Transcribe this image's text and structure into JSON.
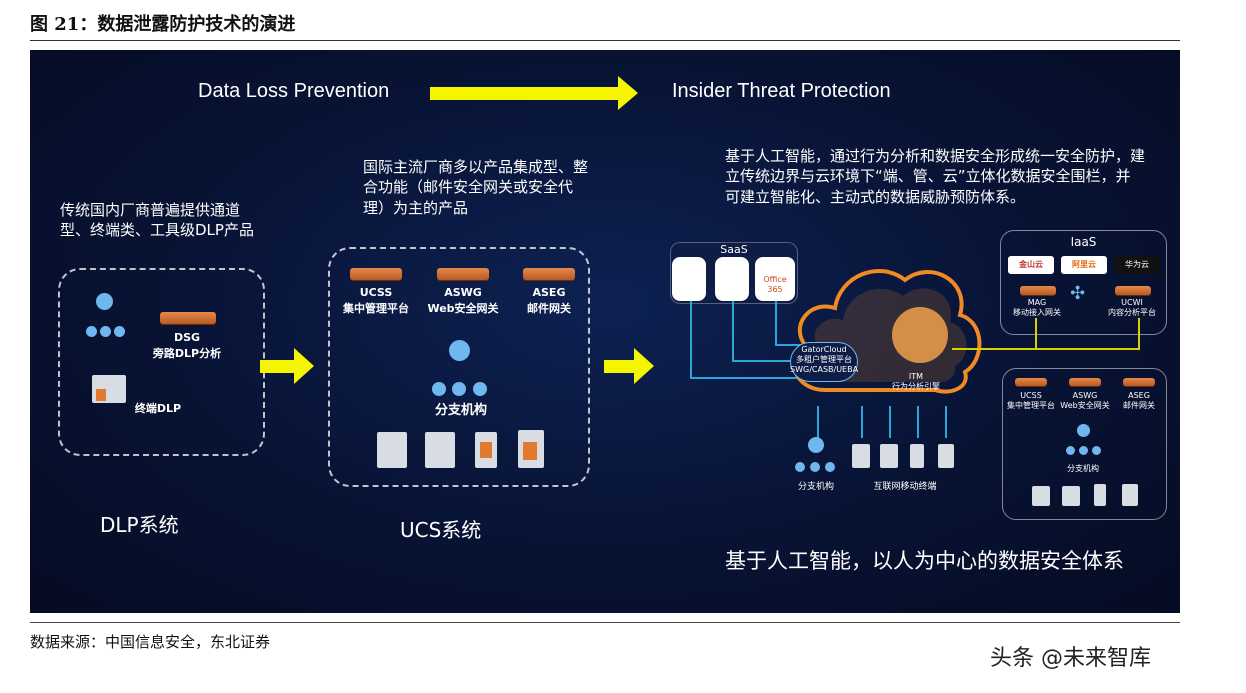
{
  "figure_title": "图 21：数据泄露防护技术的演进",
  "header": {
    "left": "Data Loss Prevention",
    "right": "Insider Threat Protection"
  },
  "dlp": {
    "desc": "传统国内厂商普遍提供通道型、终端类、工具级DLP产品",
    "dsg_title": "DSG",
    "dsg_sub": "旁路DLP分析",
    "endpoint": "终端DLP",
    "label": "DLP系统"
  },
  "ucs": {
    "desc": "国际主流厂商多以产品集成型、整合功能（邮件安全网关或安全代理）为主的产品",
    "items": [
      {
        "title": "UCSS",
        "sub": "集中管理平台"
      },
      {
        "title": "ASWG",
        "sub": "Web安全网关"
      },
      {
        "title": "ASEG",
        "sub": "邮件网关"
      }
    ],
    "branch": "分支机构",
    "label": "UCS系统"
  },
  "itp": {
    "desc": "基于人工智能，通过行为分析和数据安全形成统一安全防护，建立传统边界与云环境下“端、管、云”立体化数据安全围栏，并可建立智能化、主动式的数据威胁预防体系。",
    "saas": "SaaS",
    "office": "Office 365",
    "gator_title": "GatorCloud",
    "gator_sub1": "多租户管理平台",
    "gator_sub2": "SWG/CASB/UEBA",
    "itm_title": "ITM",
    "itm_sub": "行为分析引擎",
    "iaas": "IaaS",
    "clouds": [
      "金山云",
      "阿里云",
      "华为云"
    ],
    "mag_title": "MAG",
    "mag_sub": "移动接入网关",
    "ucwi_title": "UCWI",
    "ucwi_sub": "内容分析平台",
    "branch_left": "分支机构",
    "terminals": "互联网移动终端",
    "right_items": [
      {
        "title": "UCSS",
        "sub": "集中管理平台"
      },
      {
        "title": "ASWG",
        "sub": "Web安全网关"
      },
      {
        "title": "ASEG",
        "sub": "邮件网关"
      }
    ],
    "right_branch": "分支机构",
    "footer": "基于人工智能，以人为中心的数据安全体系"
  },
  "source": "数据来源：中国信息安全，东北证券",
  "watermark": "头条 @未来智库",
  "colors": {
    "arrow": "#f5f500",
    "cloud": "#f08a24",
    "connector": "#2aa7d8",
    "node": "#6fb7ee",
    "panel": "#081334"
  }
}
